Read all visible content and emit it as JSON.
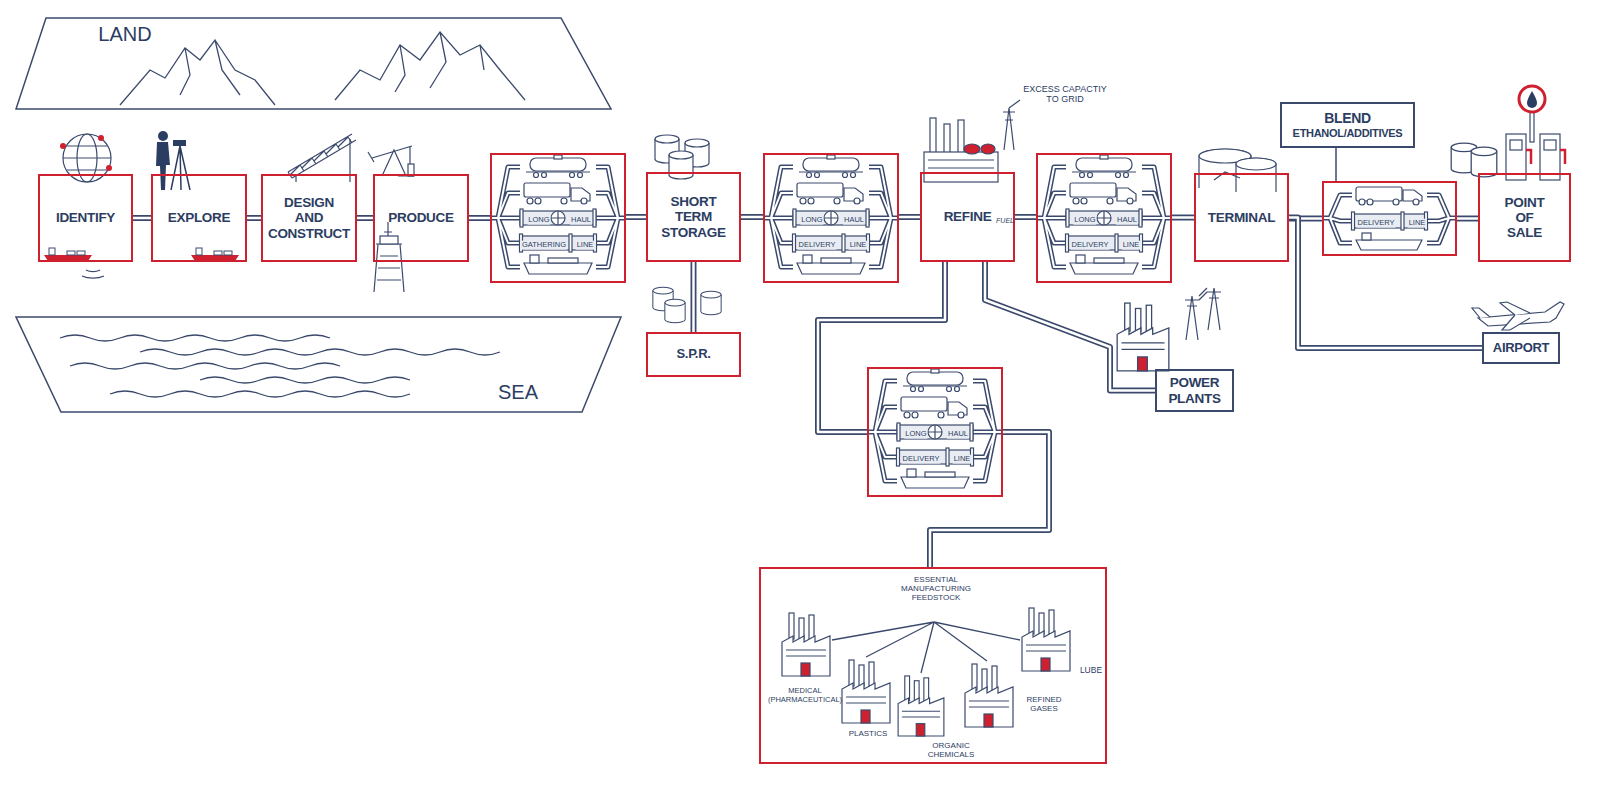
{
  "diagram": {
    "nodes": [
      {
        "text": [
          "LAND"
        ]
      },
      {
        "text": [
          "IDENTIFY"
        ]
      },
      {
        "text": [
          "EXPLORE"
        ]
      },
      {
        "text": [
          "DESIGN AND CONSTRUCT"
        ]
      },
      {
        "text": [
          "PRODUCE"
        ]
      },
      {
        "text": [
          "LONG",
          "HAUL",
          "GATHERING",
          "LINE"
        ]
      },
      {
        "text": [
          "SHORT TERM STORAGE"
        ]
      },
      {
        "text": [
          "S.P.R."
        ]
      },
      {
        "text": [
          "LONG",
          "HAUL",
          "DELIVERY",
          "LINE"
        ]
      },
      {
        "text": [
          "REFINE"
        ]
      },
      {
        "text": [
          "LONG",
          "HAUL",
          "DELIVERY",
          "LINE"
        ]
      },
      {
        "text": [
          "TERMINAL"
        ]
      },
      {
        "text": [
          "BLEND",
          "ETHANOL/ADDITIVES"
        ]
      },
      {
        "text": [
          "DELIVERY",
          "LINE"
        ]
      },
      {
        "text": [
          "POINT OF SALE"
        ]
      },
      {
        "text": [
          "AIRPORT"
        ]
      },
      {
        "text": [
          "SEA"
        ]
      },
      {
        "text": [
          "POWER PLANTS"
        ]
      },
      {
        "text": [
          "LONG",
          "HAUL",
          "DELIVERY",
          "LINE"
        ]
      },
      {
        "text": [
          "ESSENTIAL MANUFACTURING FEEDSTOCK",
          "MEDICAL (PHARMACEUTICAL)",
          "PLASTICS",
          "ORGANIC CHEMICALS",
          "REFINED GASES",
          "LUBE"
        ]
      }
    ],
    "edges": [
      {
        "from": 1,
        "to": 2,
        "arrow": "none"
      },
      {
        "from": 2,
        "to": 3,
        "arrow": "none"
      },
      {
        "from": 3,
        "to": 4,
        "arrow": "none"
      },
      {
        "from": 4,
        "to": 5,
        "arrow": "none"
      },
      {
        "from": 5,
        "to": 6,
        "arrow": "none"
      },
      {
        "from": 6,
        "to": 7,
        "arrow": "none"
      },
      {
        "from": 6,
        "to": 8,
        "arrow": "none"
      },
      {
        "from": 8,
        "to": 9,
        "arrow": "none"
      },
      {
        "from": 9,
        "to": 10,
        "arrow": "none"
      },
      {
        "from": 10,
        "to": 11,
        "arrow": "none"
      },
      {
        "from": 11,
        "to": 13,
        "arrow": "none"
      },
      {
        "from": 13,
        "to": 14,
        "arrow": "none"
      },
      {
        "from": 11,
        "to": 15,
        "arrow": "none"
      },
      {
        "from": 12,
        "to": 13,
        "arrow": "none"
      },
      {
        "from": 9,
        "to": 17,
        "arrow": "none"
      },
      {
        "from": 9,
        "to": 18,
        "arrow": "none"
      },
      {
        "from": 18,
        "to": 19,
        "arrow": "none"
      }
    ],
    "labels": [
      "EXCESS CAPACTIY TO GRID",
      "FUEL"
    ]
  }
}
